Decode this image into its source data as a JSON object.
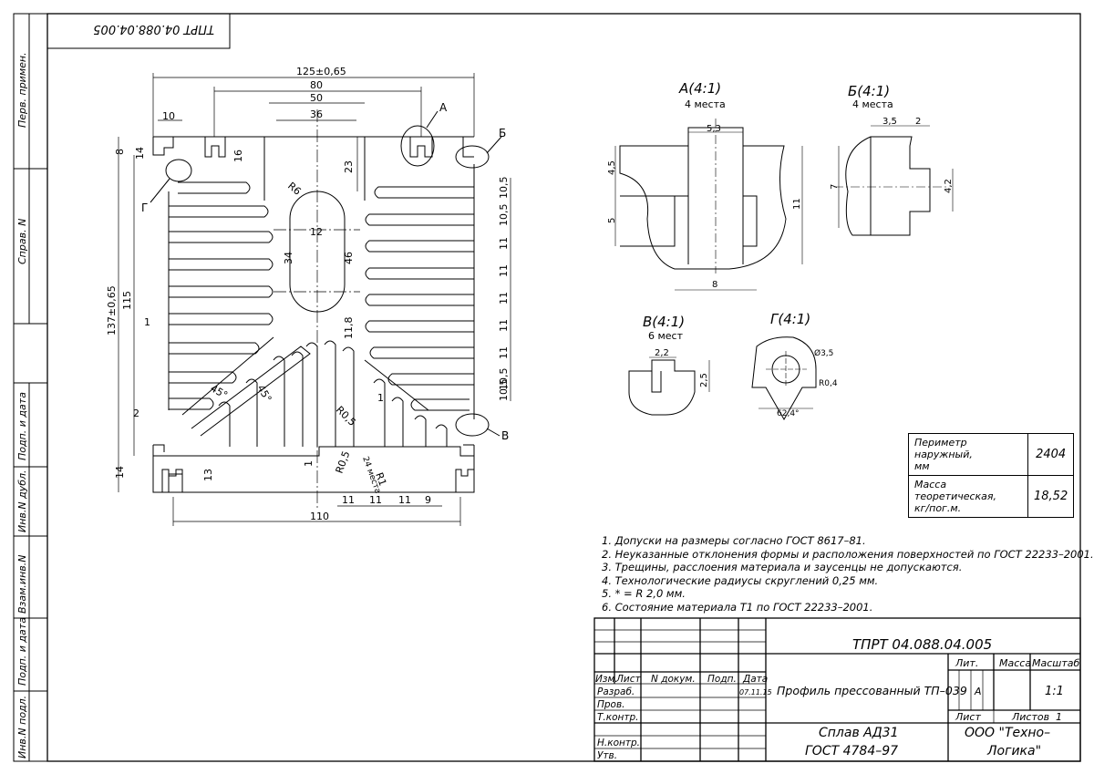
{
  "stamp_code_rotated": "ТПРТ 04.088.04.005",
  "side_labels": [
    "Перв. примен.",
    "Справ. N",
    "Подп. и дата",
    "Инв.N дубл.",
    "Взам.инв.N",
    "Подп. и дата",
    "Инв.N подл."
  ],
  "views": {
    "a": {
      "title": "А(4:1)",
      "sub": "4 места",
      "dims": [
        "5,3",
        "4,5",
        "5",
        "8",
        "11"
      ]
    },
    "b": {
      "title": "Б(4:1)",
      "sub": "4 места",
      "dims": [
        "3,5",
        "2",
        "7",
        "4,2"
      ]
    },
    "v": {
      "title": "В(4:1)",
      "sub": "6 мест",
      "dims": [
        "2,2",
        "2,5"
      ]
    },
    "g": {
      "title": "Г(4:1)",
      "dims": [
        "Ø3,5",
        "R0,4",
        "62,4°"
      ]
    }
  },
  "main_dims": {
    "top": [
      "125±0,65",
      "80",
      "50",
      "36",
      "10",
      "8",
      "14",
      "16",
      "23",
      "R6",
      "12",
      "34",
      "46",
      "11,8"
    ],
    "left": [
      "137±0,65",
      "115",
      "1",
      "2",
      "14",
      "13"
    ],
    "right": [
      "10,5",
      "10,5",
      "11",
      "11",
      "11",
      "11",
      "11",
      "10,5",
      "10,5"
    ],
    "bottom": [
      "110",
      "11",
      "11",
      "11",
      "9",
      "1",
      "R0,5",
      "R0,5",
      "R1",
      "24 места",
      "1",
      "45°",
      "45°"
    ],
    "callouts": [
      "А",
      "Б",
      "В",
      "Г"
    ]
  },
  "properties": [
    {
      "label_line1": "Периметр наружный,",
      "label_line2": "мм",
      "value": "2404"
    },
    {
      "label_line1": "Масса теоретическая,",
      "label_line2": "кг/пог.м.",
      "value": "18,52"
    }
  ],
  "notes": [
    "1. Допуски на размеры согласно ГОСТ 8617–81.",
    "2. Неуказанные отклонения формы и расположения поверхностей по ГОСТ 22233–2001.",
    "3. Трещины, расслоения материала и заусенцы не допускаются.",
    "4. Технологические радиусы скруглений 0,25 мм.",
    "5. * = R 2,0 мм.",
    "6. Состояние материала Т1 по ГОСТ 22233–2001."
  ],
  "title_block": {
    "code": "ТПРТ 04.088.04.005",
    "name": "Профиль прессованный ТП–039",
    "lit_label": "Лит.",
    "mass_label": "Масса",
    "scale_label": "Масштаб",
    "lit_value": "А",
    "scale_value": "1:1",
    "sheet_label": "Лист",
    "sheets_label": "Листов",
    "sheets_value": "1",
    "material_line1": "Сплав АД31",
    "material_line2": "ГОСТ 4784–97",
    "company_line1": "ООО \"Техно–",
    "company_line2": "Логика\"",
    "header_cols": [
      "Изм.",
      "Лист",
      "N докум.",
      "Подп.",
      "Дата"
    ],
    "date": "07.11.15",
    "roles": [
      "Разраб.",
      "Пров.",
      "Т.контр.",
      "",
      "Н.контр.",
      "Утв."
    ]
  }
}
